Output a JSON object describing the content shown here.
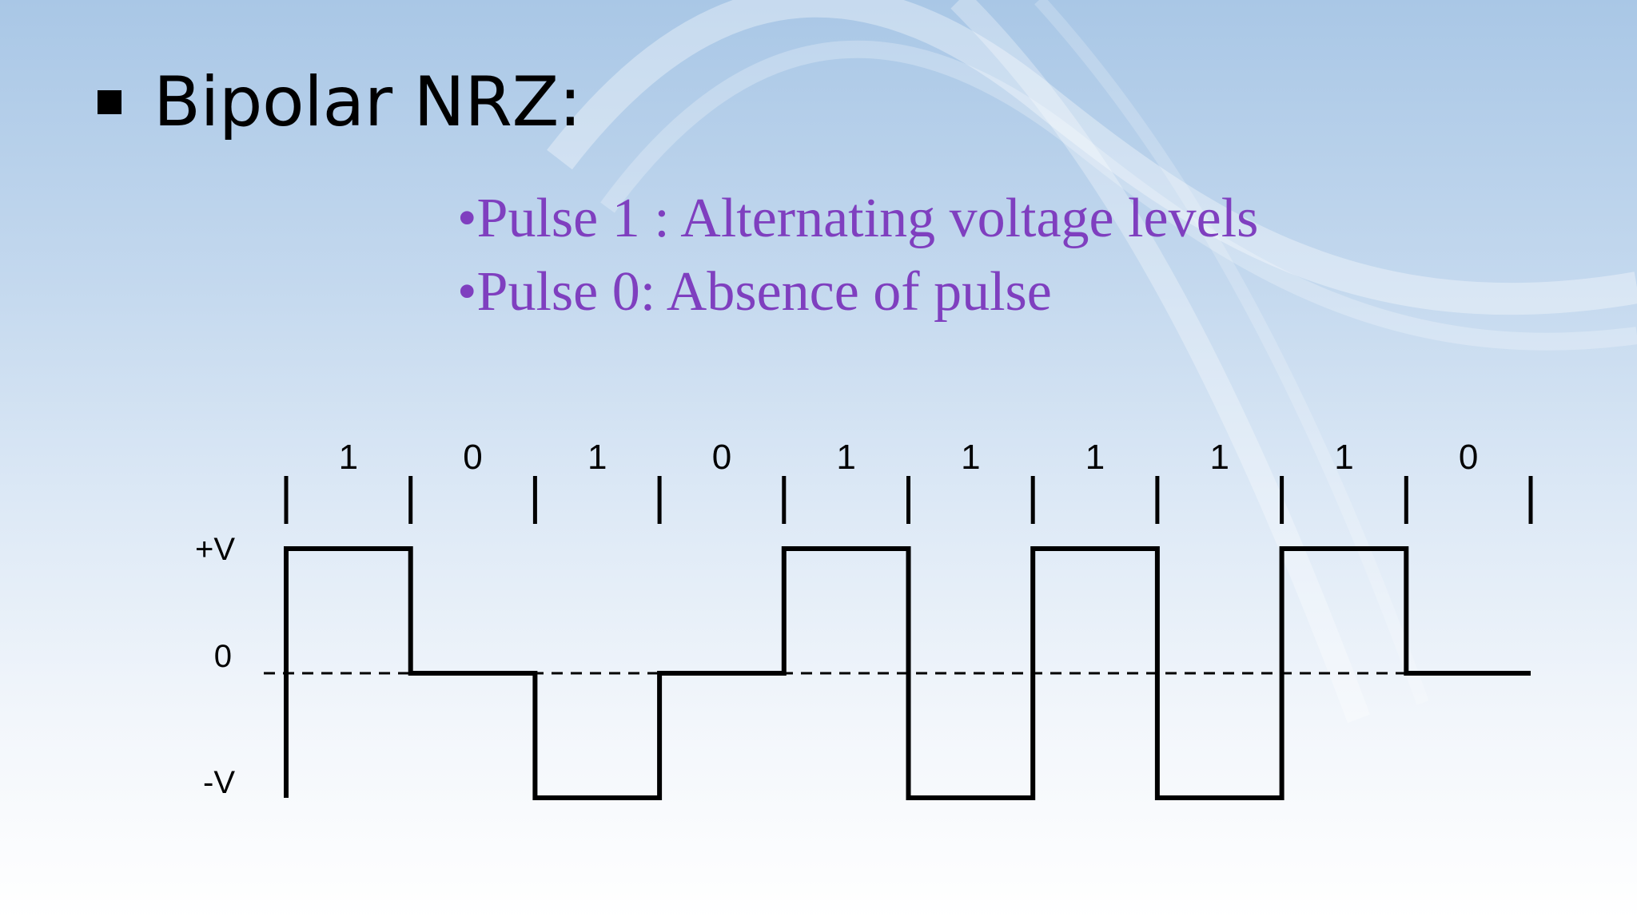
{
  "slide": {
    "title": "Bipolar NRZ:",
    "bullets": [
      "•Pulse 1 : Alternating voltage levels",
      "•Pulse 0: Absence of pulse"
    ]
  },
  "diagram": {
    "bits": [
      "1",
      "0",
      "1",
      "0",
      "1",
      "1",
      "1",
      "1",
      "1",
      "0"
    ],
    "levels": [
      1,
      0,
      -1,
      0,
      1,
      -1,
      1,
      -1,
      1,
      0
    ],
    "level_labels": {
      "pos": "+V",
      "zero": "0",
      "neg": "-V"
    },
    "line_color": "#000000"
  }
}
